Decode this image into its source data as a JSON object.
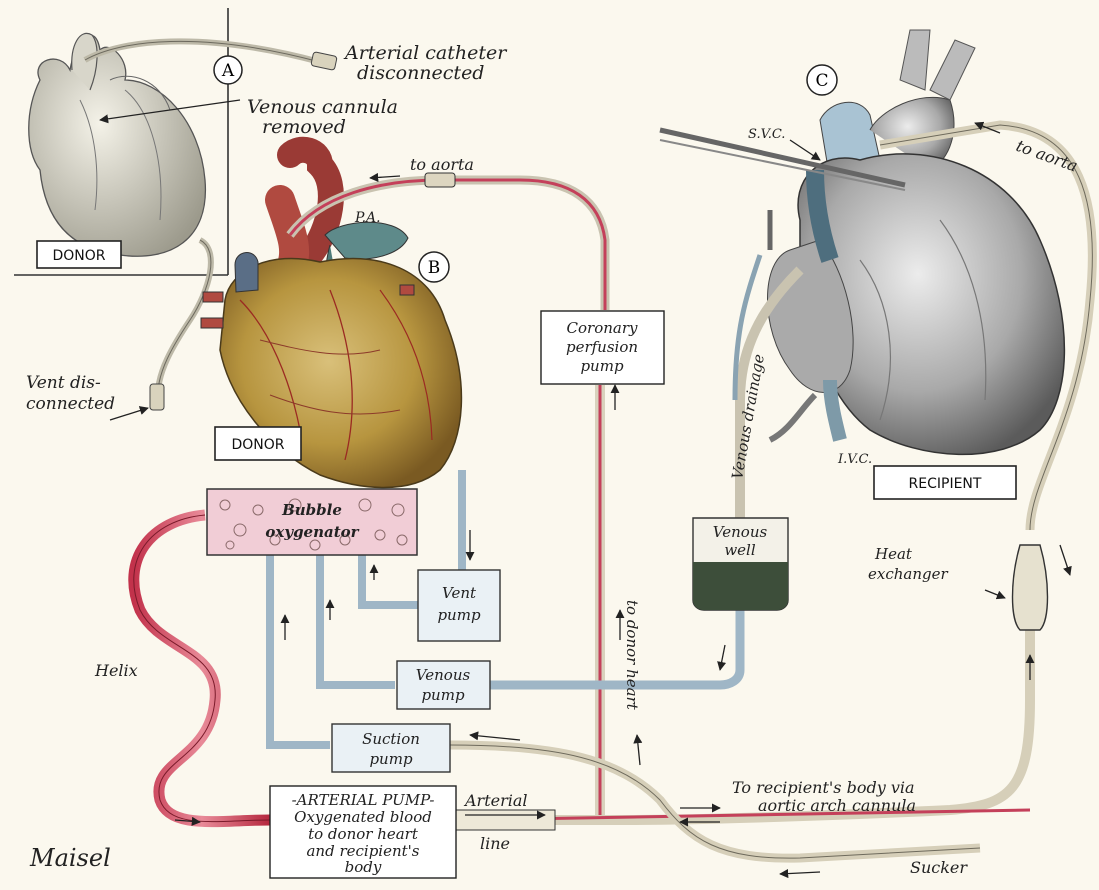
{
  "inset_a": {
    "letter": "A",
    "caption": "DONOR",
    "arterial_note": [
      "Arterial catheter",
      "disconnected"
    ],
    "venous_note": [
      "Venous cannula",
      "removed"
    ],
    "vent_note": [
      "Vent dis-",
      "connected"
    ]
  },
  "panel_b": {
    "letter": "B",
    "caption": "DONOR",
    "pa_label": "P.A.",
    "to_aorta": "to aorta"
  },
  "panel_c": {
    "letter": "C",
    "caption": "RECIPIENT",
    "svc_label": "S.V.C.",
    "ivc_label": "I.V.C.",
    "to_aorta": "to aorta",
    "venous_drainage": "Venous drainage",
    "heat_exchanger": [
      "Heat",
      "exchanger"
    ]
  },
  "components": {
    "oxygenator": [
      "Bubble",
      "oxygenator"
    ],
    "coronary_pump": [
      "Coronary",
      "perfusion",
      "pump"
    ],
    "vent_pump": [
      "Vent",
      "pump"
    ],
    "venous_pump": [
      "Venous",
      "pump"
    ],
    "suction_pump": [
      "Suction",
      "pump"
    ],
    "venous_well": [
      "Venous",
      "well"
    ],
    "arterial_pump": [
      "-ARTERIAL PUMP-",
      "Oxygenated blood",
      "to donor heart",
      "and recipient's",
      "body"
    ]
  },
  "lines": {
    "to_donor_heart": "to donor heart",
    "helix": "Helix",
    "arterial_line": [
      "Arterial",
      "line"
    ],
    "to_recipient": [
      "To recipient's body via",
      "aortic arch cannula"
    ],
    "sucker": "Sucker"
  },
  "signature": "Maisel"
}
